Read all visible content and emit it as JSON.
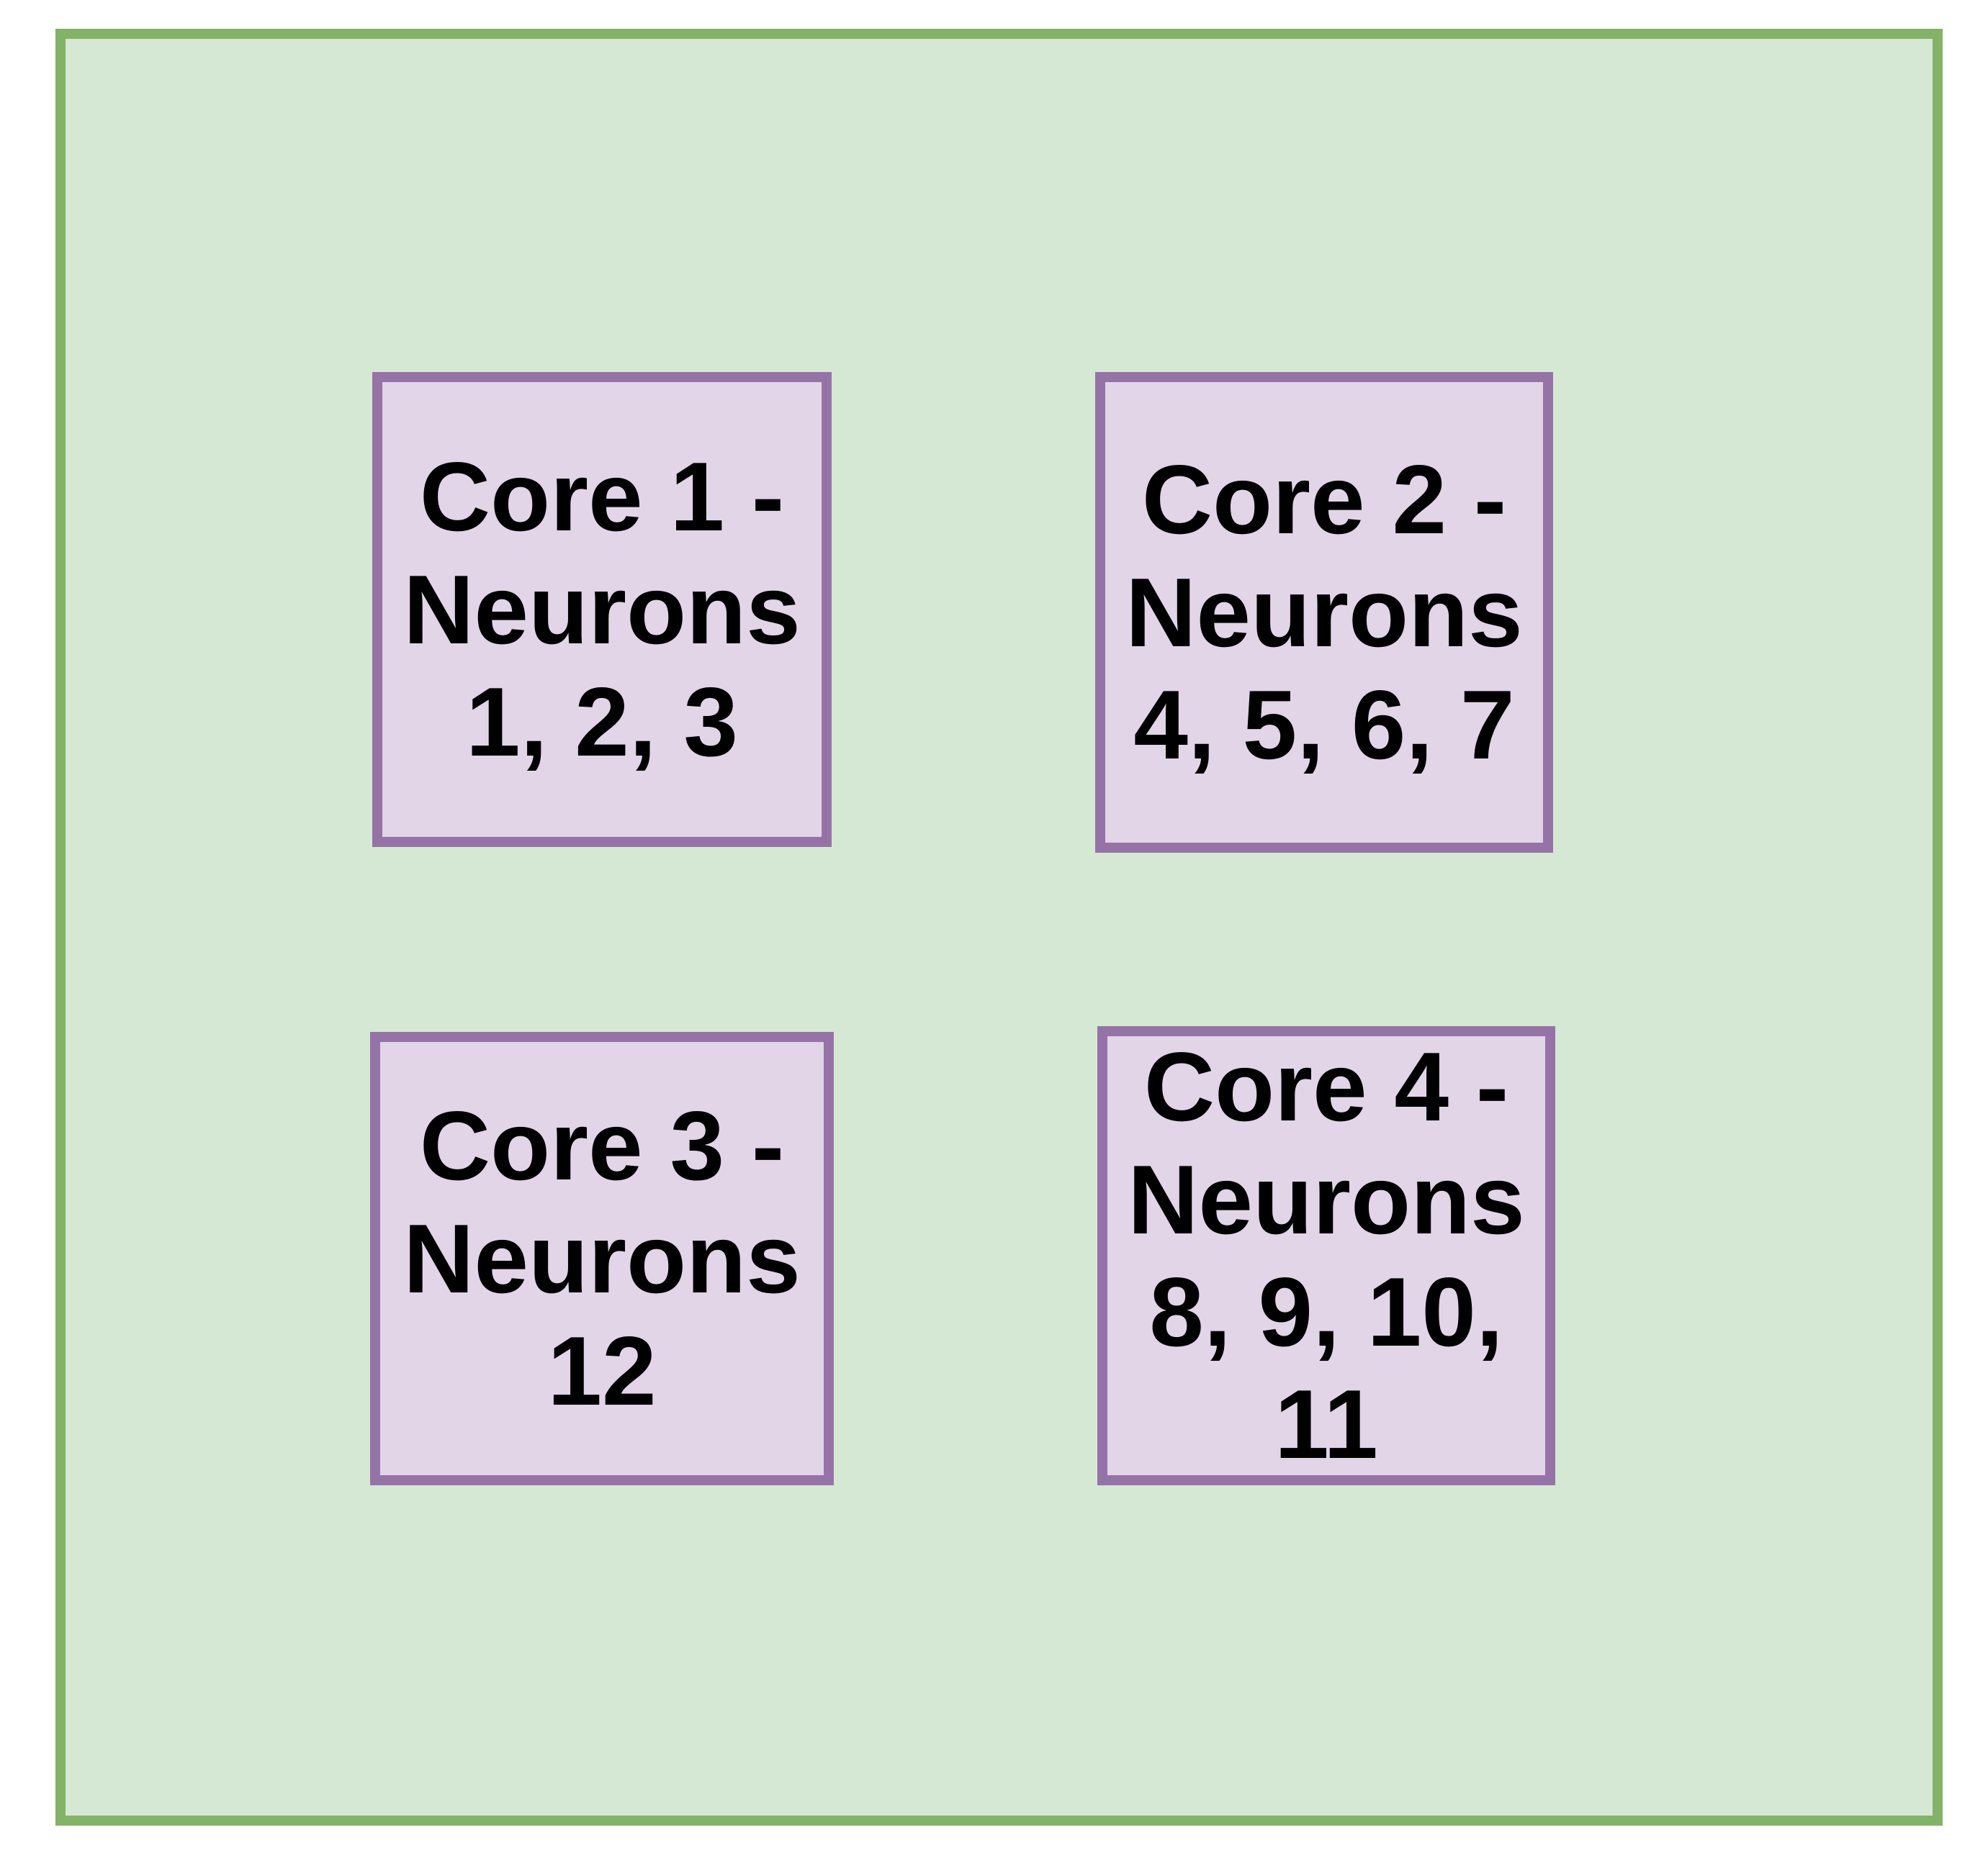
{
  "style": {
    "chip_fill": "#d5e8d4",
    "chip_stroke": "#82b366",
    "core_fill": "#e1d5e7",
    "core_stroke": "#9673a6",
    "core_text_color": "#000000"
  },
  "chip": {
    "description_visible_text": ""
  },
  "cores": [
    {
      "label": "Core 1 - Neurons 1, 2, 3",
      "lines": [
        "Core 1 -",
        "Neurons",
        "1, 2, 3"
      ]
    },
    {
      "label": "Core 2 - Neurons 4, 5, 6, 7",
      "lines": [
        "Core 2 -",
        "Neurons",
        "4, 5, 6, 7"
      ]
    },
    {
      "label": "Core 3 - Neurons 12",
      "lines": [
        "Core 3 -",
        "Neurons",
        "12"
      ]
    },
    {
      "label": "Core 4 - Neurons 8, 9, 10, 11",
      "lines": [
        "Core 4 -",
        "Neurons",
        "8, 9, 10,",
        "11"
      ]
    }
  ]
}
